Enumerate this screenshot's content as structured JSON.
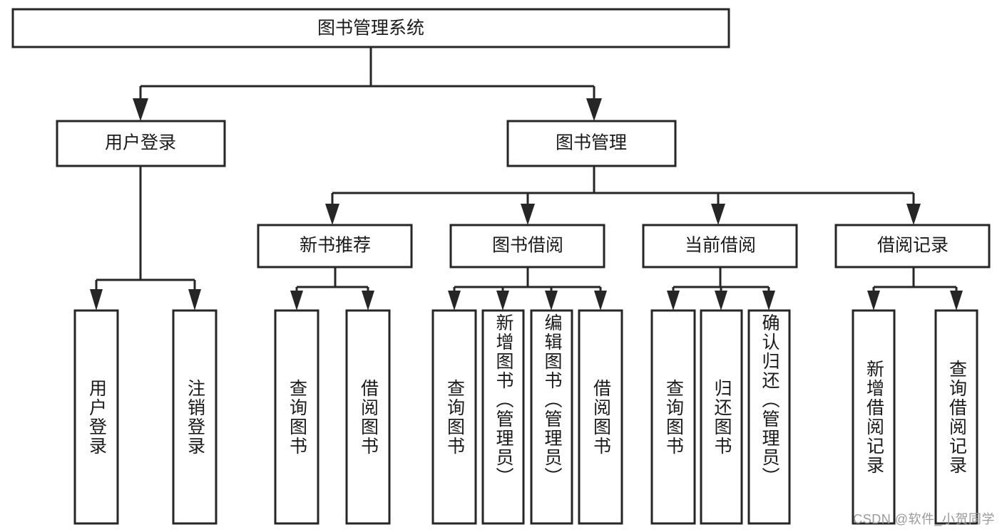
{
  "diagram": {
    "type": "tree",
    "title": "图书管理系统",
    "orientation": "top-down",
    "colors": {
      "box_fill": "#ffffff",
      "box_stroke": "#262626",
      "text": "#1a1a1a",
      "background": "#ffffff",
      "watermark": "#9a9a9a"
    },
    "root": {
      "label": "图书管理系统"
    },
    "level2": [
      {
        "label": "用户登录"
      },
      {
        "label": "图书管理"
      }
    ],
    "level3": [
      {
        "label": "新书推荐"
      },
      {
        "label": "图书借阅"
      },
      {
        "label": "当前借阅"
      },
      {
        "label": "借阅记录"
      }
    ],
    "leaves": {
      "user_login": [
        {
          "label": "用户登录"
        },
        {
          "label": "注销登录"
        }
      ],
      "new_book_recommend": [
        {
          "label": "查询图书"
        },
        {
          "label": "借阅图书"
        }
      ],
      "book_borrow": [
        {
          "label": "查询图书"
        },
        {
          "label": "新增图书（管理员）"
        },
        {
          "label": "编辑图书（管理员）"
        },
        {
          "label": "借阅图书"
        }
      ],
      "current_borrow": [
        {
          "label": "查询图书"
        },
        {
          "label": "归还图书"
        },
        {
          "label": "确认归还（管理员）"
        }
      ],
      "borrow_record": [
        {
          "label": "新增借阅记录"
        },
        {
          "label": "查询借阅记录"
        }
      ]
    }
  },
  "watermark": {
    "text": "CSDN @软件_小贺同学"
  }
}
